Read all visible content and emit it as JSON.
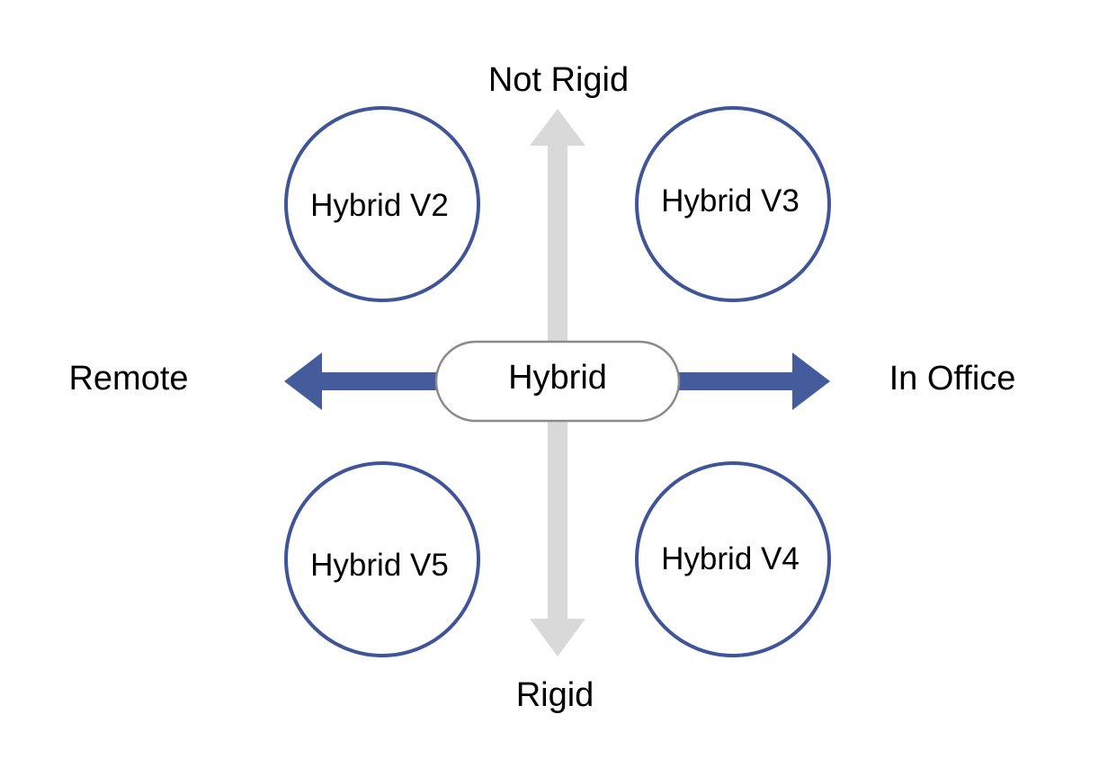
{
  "axes": {
    "top_label": "Not Rigid",
    "bottom_label": "Rigid",
    "left_label": "Remote",
    "right_label": "In Office"
  },
  "center": {
    "label": "Hybrid"
  },
  "quadrants": {
    "top_left": "Hybrid V2",
    "top_right": "Hybrid V3",
    "bottom_left": "Hybrid V5",
    "bottom_right": "Hybrid V4"
  },
  "colors": {
    "horizontal_arrow": "#445C9C",
    "vertical_arrow": "#D9D9D9",
    "circle_stroke": "#3F5597",
    "pill_stroke": "#8A8A8A",
    "text": "#000000"
  }
}
